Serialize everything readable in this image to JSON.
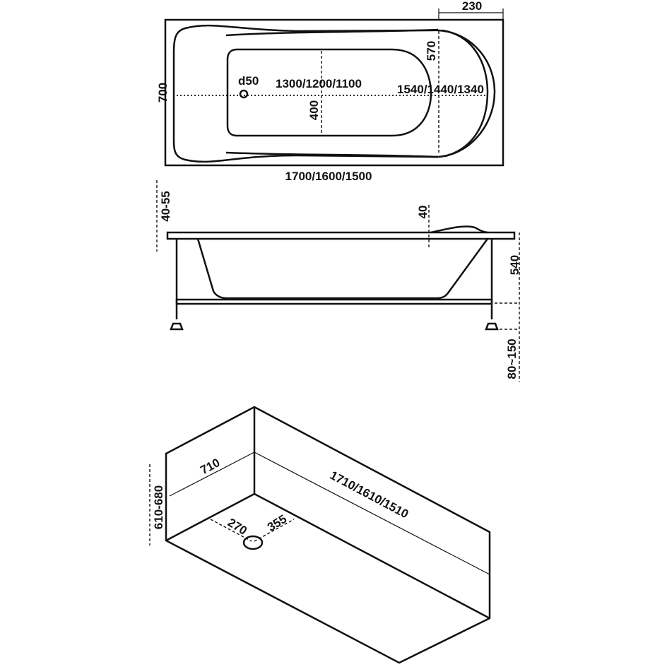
{
  "top_view": {
    "width_label": "700",
    "length_label": "1700/1600/1500",
    "headrest_label": "230",
    "drain_label": "d50",
    "basin_length_label": "1300/1200/1100",
    "inner_length_label": "1540/1440/1340",
    "basin_width_label": "400",
    "head_width_label": "570"
  },
  "side_view": {
    "rim_label": "40-55",
    "headrest_height_label": "40",
    "depth_label": "540",
    "leg_label": "80~150"
  },
  "niche_view": {
    "depth_label": "710",
    "length_label": "1710/1610/1510",
    "height_label": "610-680",
    "drain_x_label": "270",
    "drain_y_label": "355"
  }
}
